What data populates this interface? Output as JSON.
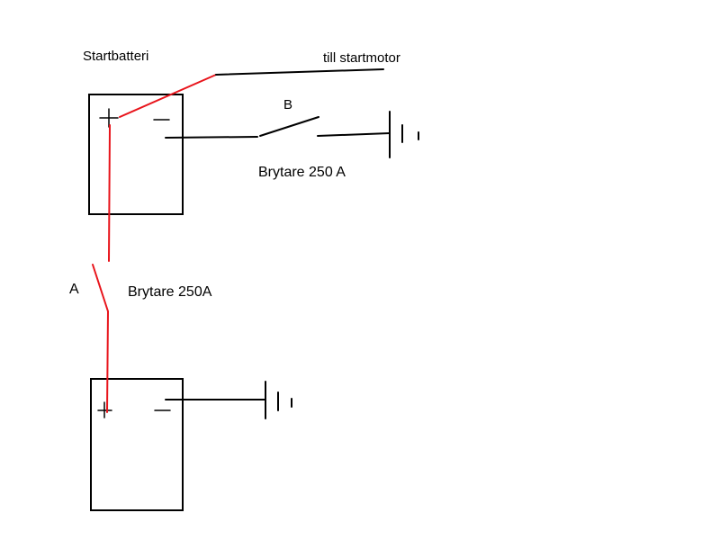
{
  "labels": {
    "start_battery": "Startbatteri",
    "to_starter": "till startmotor",
    "switch_b_letter": "B",
    "switch_b_label": "Brytare 250 A",
    "switch_a_letter": "A",
    "switch_a_label": "Brytare 250A"
  },
  "colors": {
    "positive_wire": "#e8141b",
    "negative_wire": "#000000",
    "background": "#ffffff"
  }
}
